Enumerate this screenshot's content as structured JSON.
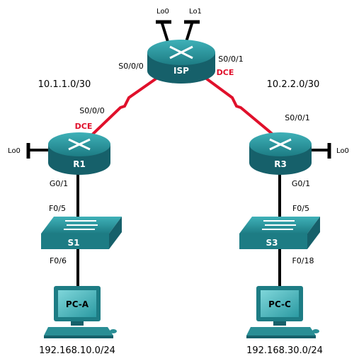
{
  "devices": {
    "isp": {
      "name": "ISP",
      "loopbacks": [
        "Lo0",
        "Lo1"
      ]
    },
    "r1": {
      "name": "R1",
      "loopback": "Lo0"
    },
    "r3": {
      "name": "R3",
      "loopback": "Lo0"
    },
    "s1": {
      "name": "S1"
    },
    "s3": {
      "name": "S3"
    },
    "pc_a": {
      "name": "PC-A",
      "network": "192.168.10.0/24"
    },
    "pc_c": {
      "name": "PC-C",
      "network": "192.168.30.0/24"
    }
  },
  "interfaces": {
    "isp_left": "S0/0/0",
    "isp_right": "S0/0/1",
    "isp_right_role": "DCE",
    "r1_serial": "S0/0/0",
    "r1_serial_role": "DCE",
    "r1_gig": "G0/1",
    "r3_serial": "S0/0/1",
    "r3_gig": "G0/1",
    "s1_up": "F0/5",
    "s1_down": "F0/6",
    "s3_up": "F0/5",
    "s3_down": "F0/18"
  },
  "networks": {
    "left_wan": "10.1.1.0/30",
    "right_wan": "10.2.2.0/30"
  },
  "colors": {
    "serial_link": "#e0102b",
    "ethernet_link": "#000000",
    "device_teal": "#2a8e95",
    "device_dark": "#16606a",
    "dce_label": "#e0102b"
  }
}
